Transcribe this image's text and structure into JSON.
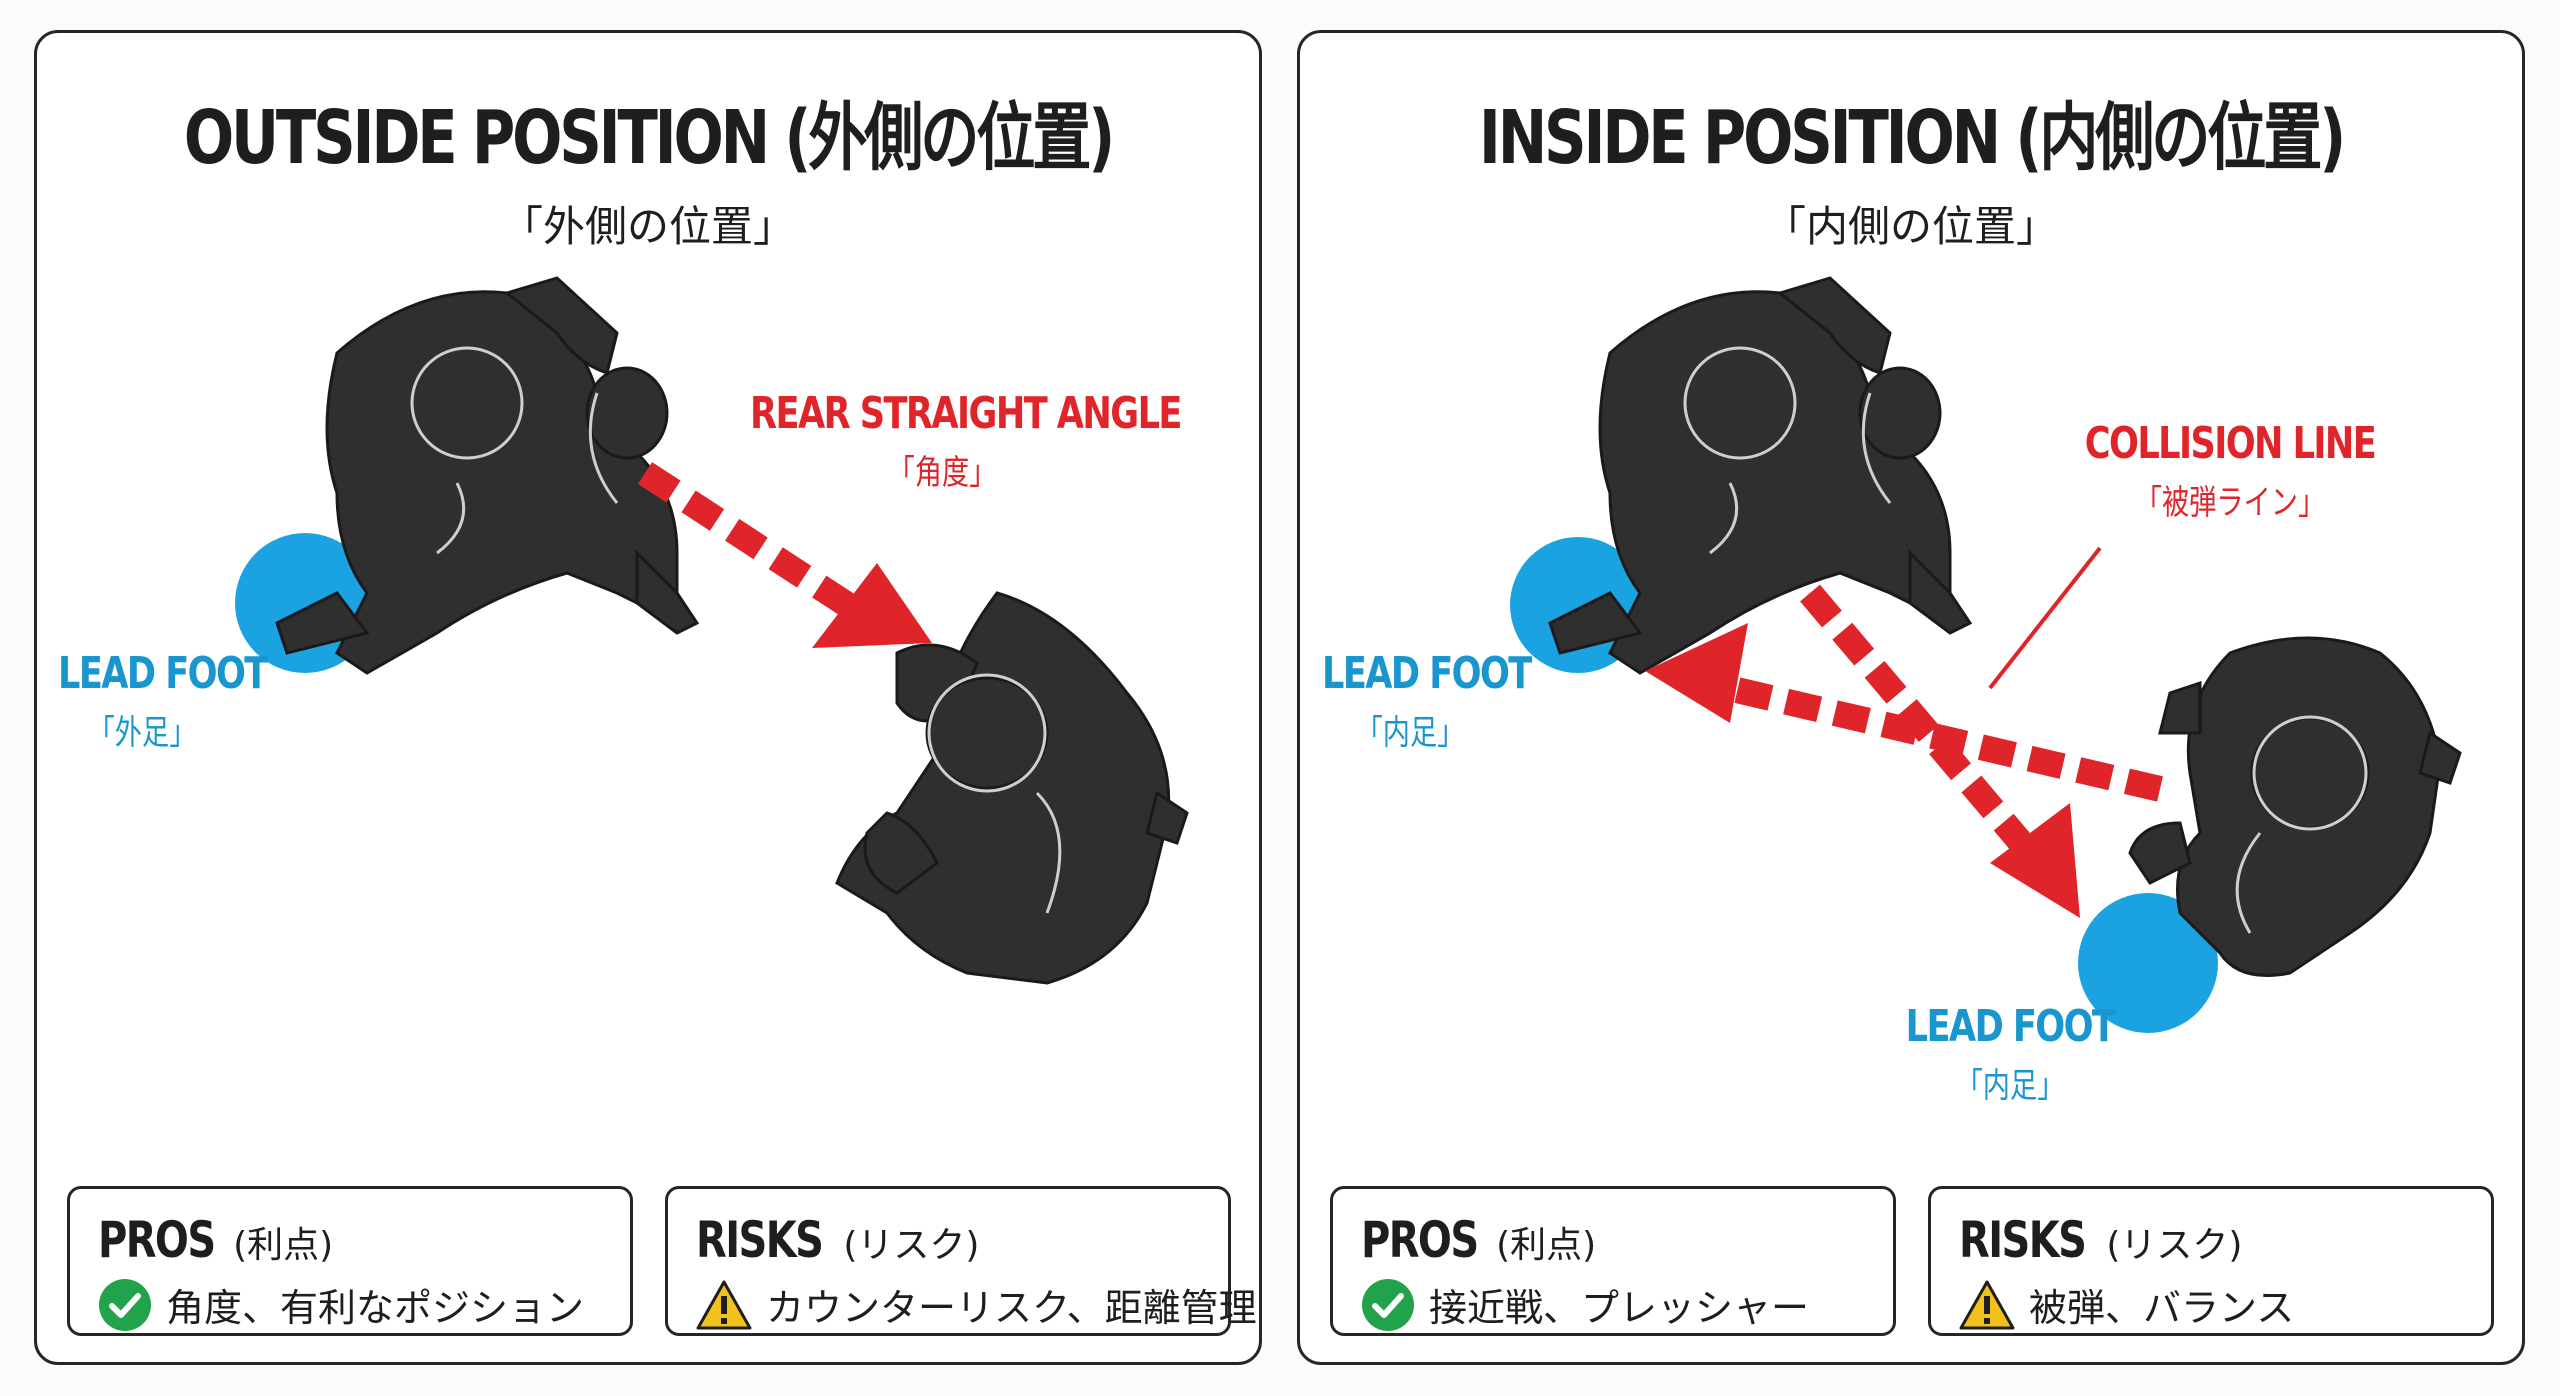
{
  "outside": {
    "title": "OUTSIDE POSITION (外側の位置)",
    "subtitle": "「外側の位置」",
    "angle_label": "REAR STRAIGHT ANGLE",
    "angle_label_jp": "「角度」",
    "lead_foot_label": "LEAD FOOT",
    "lead_foot_label_jp": "「外足」",
    "pros_heading": "PROS",
    "pros_heading_jp": "(利点)",
    "pros_text": "角度、有利なポジション",
    "risks_heading": "RISKS",
    "risks_heading_jp": "(リスク)",
    "risks_text": "カウンターリスク、距離管理"
  },
  "inside": {
    "title": "INSIDE POSITION (内側の位置)",
    "subtitle": "「内側の位置」",
    "collision_label": "COLLISION LINE",
    "collision_label_jp": "「被弾ライン」",
    "lead_foot_left_label": "LEAD FOOT",
    "lead_foot_left_label_jp": "「内足」",
    "lead_foot_right_label": "LEAD FOOT",
    "lead_foot_right_label_jp": "「内足」",
    "pros_heading": "PROS",
    "pros_heading_jp": "(利点)",
    "pros_text": "接近戦、プレッシャー",
    "risks_heading": "RISKS",
    "risks_heading_jp": "(リスク)",
    "risks_text": "被弾、バランス"
  },
  "colors": {
    "lead_foot": "#1aa3e0",
    "arrow": "#e0252a",
    "check": "#22a24a",
    "warning": "#f2c11b",
    "silhouette": "#2f2f2f"
  },
  "icons": {
    "pros": "check-icon",
    "risks": "warning-icon"
  }
}
